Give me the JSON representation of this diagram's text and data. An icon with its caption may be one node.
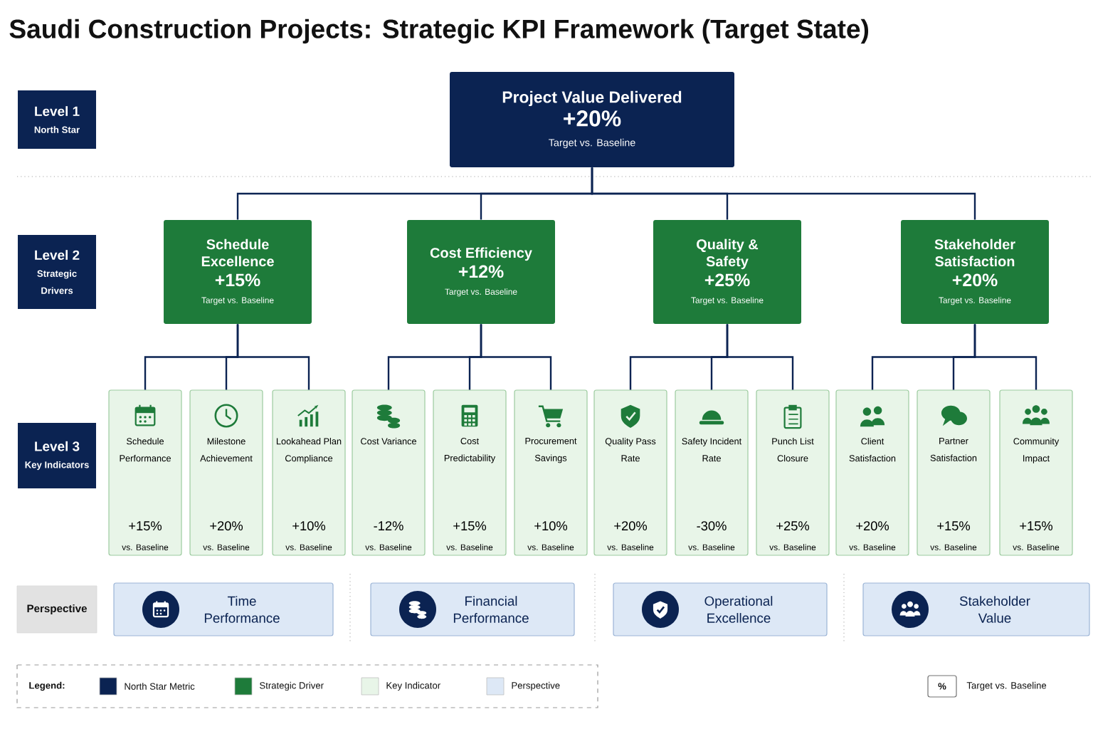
{
  "diagram": {
    "title": "Saudi Construction Projects: Strategic KPI Framework (Target State)",
    "nodes": [
      {
        "text": [
          "Level 1",
          "North Star"
        ]
      },
      {
        "text": [
          "Level 2",
          "Strategic Drivers"
        ]
      },
      {
        "text": [
          "Level 3",
          "Key Indicators"
        ]
      },
      {
        "text": [
          "Project Value Delivered",
          "+20%",
          "Target vs. Baseline"
        ]
      },
      {
        "text": [
          "Schedule Excellence",
          "+15%",
          "Target vs. Baseline"
        ]
      },
      {
        "text": [
          "Cost Efficiency",
          "+12%",
          "Target vs. Baseline"
        ]
      },
      {
        "text": [
          "Quality & Safety",
          "+25%",
          "Target vs. Baseline"
        ]
      },
      {
        "text": [
          "Stakeholder Satisfaction",
          "+20%",
          "Target vs. Baseline"
        ]
      },
      {
        "text": [
          "Schedule Performance",
          "+15%",
          "vs. Baseline"
        ]
      },
      {
        "text": [
          "Milestone Achievement",
          "+20%",
          "vs. Baseline"
        ]
      },
      {
        "text": [
          "Lookahead Plan Compliance",
          "+10%",
          "vs. Baseline"
        ]
      },
      {
        "text": [
          "Cost Variance",
          "-12%",
          "vs. Baseline"
        ]
      },
      {
        "text": [
          "Cost Predictability",
          "+15%",
          "vs. Baseline"
        ]
      },
      {
        "text": [
          "Procurement Savings",
          "+10%",
          "vs. Baseline"
        ]
      },
      {
        "text": [
          "Quality Pass Rate",
          "+20%",
          "vs. Baseline"
        ]
      },
      {
        "text": [
          "Safety Incident Rate",
          "-30%",
          "vs. Baseline"
        ]
      },
      {
        "text": [
          "Punch List Closure",
          "+25%",
          "vs. Baseline"
        ]
      },
      {
        "text": [
          "Client Satisfaction",
          "+20%",
          "vs. Baseline"
        ]
      },
      {
        "text": [
          "Partner Satisfaction",
          "+15%",
          "vs. Baseline"
        ]
      },
      {
        "text": [
          "Community Impact",
          "+15%",
          "vs. Baseline"
        ]
      },
      {
        "text": [
          "Perspective"
        ]
      },
      {
        "text": [
          "Time Performance"
        ]
      },
      {
        "text": [
          "Financial Performance"
        ]
      },
      {
        "text": [
          "Operational Excellence"
        ]
      },
      {
        "text": [
          "Stakeholder Value"
        ]
      },
      {
        "text": [
          "%"
        ],
        "beside": [
          "Target vs. Baseline"
        ]
      }
    ],
    "edges": [
      {
        "from": 3,
        "to": 4,
        "arrow": "none"
      },
      {
        "from": 3,
        "to": 5,
        "arrow": "none"
      },
      {
        "from": 3,
        "to": 6,
        "arrow": "none"
      },
      {
        "from": 3,
        "to": 7,
        "arrow": "none"
      },
      {
        "from": 4,
        "to": 8,
        "arrow": "none"
      },
      {
        "from": 4,
        "to": 9,
        "arrow": "none"
      },
      {
        "from": 4,
        "to": 10,
        "arrow": "none"
      },
      {
        "from": 5,
        "to": 11,
        "arrow": "none"
      },
      {
        "from": 5,
        "to": 12,
        "arrow": "none"
      },
      {
        "from": 5,
        "to": 13,
        "arrow": "none"
      },
      {
        "from": 6,
        "to": 14,
        "arrow": "none"
      },
      {
        "from": 6,
        "to": 15,
        "arrow": "none"
      },
      {
        "from": 6,
        "to": 16,
        "arrow": "none"
      },
      {
        "from": 7,
        "to": 17,
        "arrow": "none"
      },
      {
        "from": 7,
        "to": 18,
        "arrow": "none"
      },
      {
        "from": 7,
        "to": 19,
        "arrow": "none"
      }
    ],
    "labels": [
      "Legend:"
    ],
    "legend": [
      {
        "text": "North Star Metric",
        "color": "#0b2352"
      },
      {
        "text": "Strategic Driver",
        "color": "#1e7b3a"
      },
      {
        "text": "Key Indicator",
        "color": "#e8f5e8"
      },
      {
        "text": "Perspective",
        "color": "#dde8f6"
      }
    ]
  }
}
